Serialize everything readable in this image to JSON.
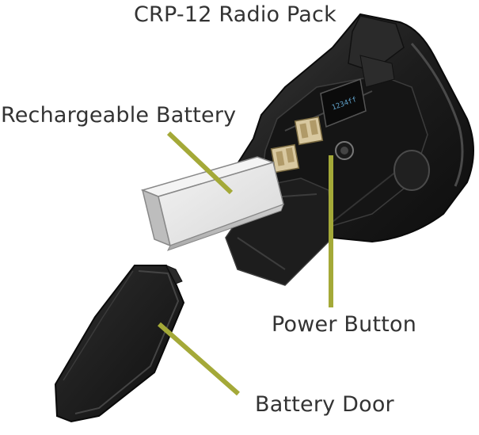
{
  "title": "CRP-12 Radio Pack",
  "callouts": {
    "battery": "Rechargeable Battery",
    "power": "Power Button",
    "door": "Battery Door"
  },
  "device_screen_text": "1234ff",
  "colors": {
    "leader_line": "#a4a938",
    "label_text": "#333333",
    "device_body": "#1b1b1b",
    "battery_fill": "#e6e6e6",
    "background": "#ffffff"
  }
}
